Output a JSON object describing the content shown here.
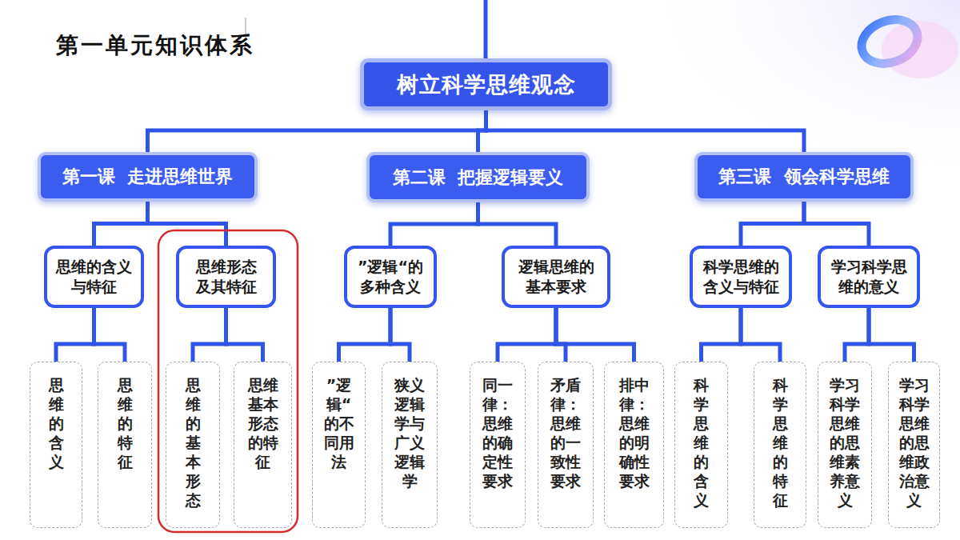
{
  "diagram": {
    "title": "第一单元知识体系",
    "nodes": [
      {
        "text": [
          "树立科学思维观念"
        ]
      },
      {
        "text": [
          "第一课 走进思维世界"
        ]
      },
      {
        "text": [
          "第二课 把握逻辑要义"
        ]
      },
      {
        "text": [
          "第三课 领会科学思维"
        ]
      },
      {
        "text": [
          "思维的含义与特征"
        ]
      },
      {
        "text": [
          "思维形态及其特征"
        ]
      },
      {
        "text": [
          "”逻辑“的多种含义"
        ]
      },
      {
        "text": [
          "逻辑思维的基本要求"
        ]
      },
      {
        "text": [
          "科学思维的含义与特征"
        ]
      },
      {
        "text": [
          "学习科学思维的意义"
        ]
      },
      {
        "text": [
          "思维的含义"
        ]
      },
      {
        "text": [
          "思维的特征"
        ]
      },
      {
        "text": [
          "思维的基本形态"
        ]
      },
      {
        "text": [
          "思维基本形态的特征"
        ]
      },
      {
        "text": [
          "”逻辑“的不同用法"
        ]
      },
      {
        "text": [
          "狭义逻辑学与广义逻辑学"
        ]
      },
      {
        "text": [
          "同一律：思维的确定性要求"
        ]
      },
      {
        "text": [
          "矛盾律：思维的一致性要求"
        ]
      },
      {
        "text": [
          "排中律：思维的明确性要求"
        ]
      },
      {
        "text": [
          "科学思维的含义"
        ]
      },
      {
        "text": [
          "科学思维的特征"
        ]
      },
      {
        "text": [
          "学习科学思维的思维素养意义"
        ]
      },
      {
        "text": [
          "学习科学思维的思维政治意义"
        ]
      }
    ],
    "edges": [
      {
        "from": 0,
        "to": 1,
        "arrow": "none"
      },
      {
        "from": 0,
        "to": 2,
        "arrow": "none"
      },
      {
        "from": 0,
        "to": 3,
        "arrow": "none"
      },
      {
        "from": 1,
        "to": 4,
        "arrow": "none"
      },
      {
        "from": 1,
        "to": 5,
        "arrow": "none"
      },
      {
        "from": 2,
        "to": 6,
        "arrow": "none"
      },
      {
        "from": 2,
        "to": 7,
        "arrow": "none"
      },
      {
        "from": 3,
        "to": 8,
        "arrow": "none"
      },
      {
        "from": 3,
        "to": 9,
        "arrow": "none"
      },
      {
        "from": 4,
        "to": 10,
        "arrow": "none"
      },
      {
        "from": 4,
        "to": 11,
        "arrow": "none"
      },
      {
        "from": 5,
        "to": 12,
        "arrow": "none"
      },
      {
        "from": 5,
        "to": 13,
        "arrow": "none"
      },
      {
        "from": 6,
        "to": 14,
        "arrow": "none"
      },
      {
        "from": 6,
        "to": 15,
        "arrow": "none"
      },
      {
        "from": 7,
        "to": 16,
        "arrow": "none"
      },
      {
        "from": 7,
        "to": 17,
        "arrow": "none"
      },
      {
        "from": 7,
        "to": 18,
        "arrow": "none"
      },
      {
        "from": 8,
        "to": 19,
        "arrow": "none"
      },
      {
        "from": 8,
        "to": 20,
        "arrow": "none"
      },
      {
        "from": 9,
        "to": 21,
        "arrow": "none"
      },
      {
        "from": 9,
        "to": 22,
        "arrow": "none"
      }
    ]
  }
}
